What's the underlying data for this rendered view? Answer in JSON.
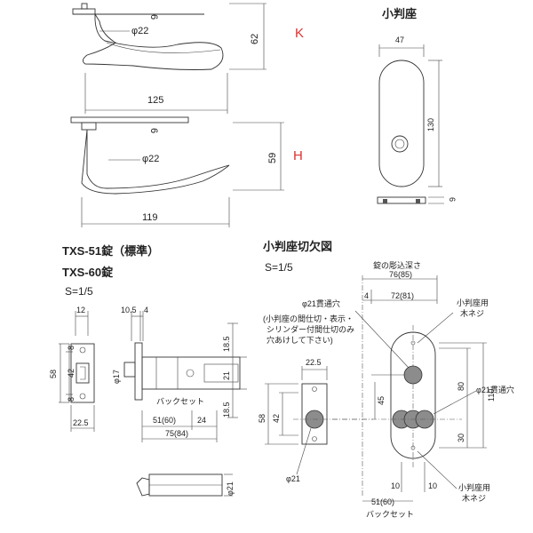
{
  "lever_k": {
    "dia": "φ22",
    "thickness": "6",
    "height": "62",
    "length": "125",
    "tag": "K"
  },
  "lever_h": {
    "dia": "φ22",
    "thickness": "6",
    "height": "59",
    "length": "119",
    "tag": "H"
  },
  "escutcheon": {
    "title": "小判座",
    "width": "47",
    "height": "130",
    "thickness": "6"
  },
  "lock": {
    "title1": "TXS-51錠（標準）",
    "title2": "TXS-60錠",
    "scale": "S=1/5",
    "dim_12": "12",
    "dim_10_5": "10.5",
    "dim_4": "4",
    "dim_185a": "18.5",
    "dim_185b": "18.5",
    "dim_21": "21",
    "dim_58": "58",
    "dim_42": "42",
    "dim_8a": "8",
    "dim_8b": "8",
    "dim_225": "22.5",
    "dim_phi17": "φ17",
    "backset_label": "バックセット",
    "dim_51": "51(60)",
    "dim_24": "24",
    "dim_75": "75(84)",
    "dim_phi21": "φ21"
  },
  "cutout": {
    "title": "小判座切欠図",
    "scale": "S=1/5",
    "depth_label": "錠の彫込深さ",
    "dim_76": "76(85)",
    "dim_4": "4",
    "dim_72": "72(81)",
    "phi21_through": "φ21貫通穴",
    "note_l1": "(小判座の間仕切・表示・",
    "note_l2": "シリンダー付間仕切のみ",
    "note_l3": "穴あけして下さい)",
    "screw_label1": "小判座用",
    "screw_label2": "木ネジ",
    "dim_225": "22.5",
    "dim_58": "58",
    "dim_42": "42",
    "dim_45": "45",
    "dim_110": "110",
    "dim_80": "80",
    "phi21_through2": "φ21貫通穴",
    "dim_30": "30",
    "dim_phi21": "φ21",
    "dim_10a": "10",
    "dim_10b": "10",
    "screw_label3": "小判座用",
    "screw_label4": "木ネジ",
    "dim_51": "51(60)",
    "backset_label": "バックセット"
  }
}
